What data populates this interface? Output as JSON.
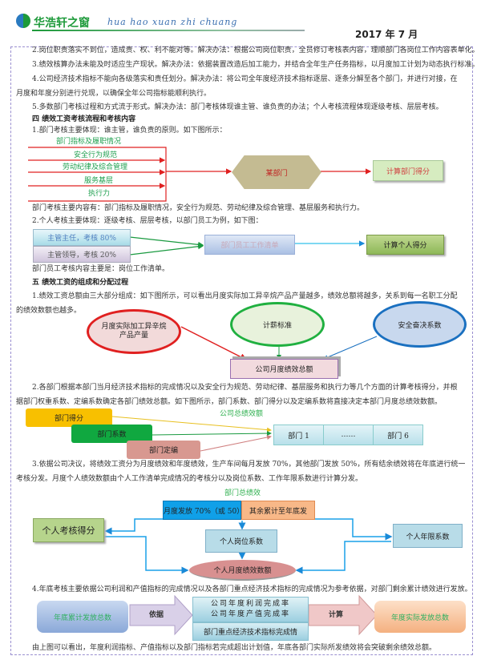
{
  "header": {
    "logo_text": "华浩轩之窗",
    "pinyin": "hua hao xuan zhi chuang",
    "date": "2017 年 7 月"
  },
  "paragraphs": {
    "p2": "2.岗位职责落实不到位，造成责、权、利不能对等。解决办法：根据公司岗位职责，全员修订考核表内容，理顺部门各岗位工作内容表单化。",
    "p3": "3.绩效核算办法未能及时适应生产现状。解决办法：依据装置改造后加工能力，并结合全年生产任务指标，以月度加工计划为动态执行标准。",
    "p4a": "4.公司经济技术指标不能向各级落实和责任划分。解决办法：将公司全年度经济技术指标逐层、逐条分解至各个部门，并进行对接，在",
    "p4b": "月度和年度分别进行兑现，以确保全年公司指标能顺利执行。",
    "p5": "5.多数部门考核过程和方式流于形式。解决办法：部门考核体现谁主管、谁负责的办法；个人考核流程体现逐级考核、层层考核。",
    "h4": "四  绩效工资考核流程和考核内容",
    "s4_1": "1.部门考核主要体现：谁主管，谁负责的原则。如下图所示：",
    "s4_1_after": "部门考核主要内容有：部门指标及履职情况，安全行为规范、劳动纪律及综合管理、基层服务和执行力。",
    "s4_2": "2.个人考核主要体现：逐级考核、层层考核，以部门员工为例，如下图：",
    "s4_2_after": "部门员工考核内容主要是：岗位工作清单。",
    "h5": "五  绩效工资的组成和分配过程",
    "s5_1a": "1.绩效工资总额由三大部分组成：如下图所示，可以看出月度实际加工异辛烷产品产量越多，绩效总额将越多，关系到每一名职工分配",
    "s5_1b": "的绩效数额也越多。",
    "s5_2a": "2.各部门根据本部门当月经济技术指标的完成情况以及安全行为规范、劳动纪律、基层服务和执行力等几个方面的计算考核得分，并根",
    "s5_2b": "据部门权重系数、定编系数确定各部门绩效总额。如下图所示，部门系数、部门得分以及定编系数将直接决定本部门月度总绩效数额。",
    "s5_3a": "3.依据公司决议，将绩效工资分为月度绩效和年度绩效，生产车间每月发放 70%，其他部门发放 50%，所有结余绩效将在年底进行统一",
    "s5_3b": "考核分发。月度个人绩效数额由个人工作清单完成情况的考核分以及岗位系数、工作年限系数进行计算分发。",
    "s5_4": "4.年底考核主要依据公司利润和产值指标的完成情况以及各部门重点经济技术指标的完成情况为参考依据，对部门剩余累计绩效进行发放。",
    "s5_4_after": "由上图可以看出，年度利润指标、产值指标以及部门指标若完成超出计划值，年底各部门实际所发绩效将会突破剩余绩效总额。"
  },
  "diagram1": {
    "inputs": [
      "部门指标及履职情况",
      "安全行为规范",
      "劳动纪律及综合管理",
      "服务基层",
      "执行力"
    ],
    "center": "某部门",
    "result": "计算部门得分"
  },
  "diagram2": {
    "inputs": [
      "主管主任，考核 80%",
      "主管领导，考核 20%"
    ],
    "center": "部门员工工作清单",
    "result": "计算个人得分"
  },
  "diagram3": {
    "ellipses": [
      "月度实际加工异辛烷产品产量",
      "计薪标准",
      "安全奋决系数"
    ],
    "result": "公司月度绩效总额"
  },
  "diagram4": {
    "title": "公司总绩效额",
    "inputs": [
      "部门得分",
      "部门系数",
      "部门定编"
    ],
    "cells": [
      "部门 1",
      "……",
      "部门 6"
    ]
  },
  "diagram5": {
    "title": "部门总绩效",
    "monthly": "月度发放 70%（或 50）",
    "remaining": "其余累计至年底发",
    "personal_score": "个人考核得分",
    "post_coef": "个人岗位系数",
    "years_coef": "个人年限系数",
    "result": "个人月度绩效数额"
  },
  "diagram6": {
    "left": "年底累计发放总数",
    "arrow1": "依据",
    "mid1": "公司年度利润完成率",
    "mid2": "公司年度产值完成率",
    "mid3": "部门重点经济技术指标完成情",
    "arrow2": "计算",
    "right": "年度实际发放总数"
  }
}
